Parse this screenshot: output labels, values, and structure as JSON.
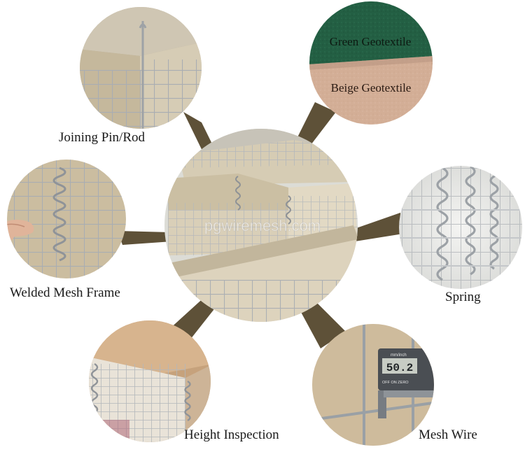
{
  "watermark": "pgwiremesh.com",
  "labels": {
    "joining_pin": "Joining Pin/Rod",
    "welded_mesh_frame": "Welded Mesh Frame",
    "spring": "Spring",
    "height_inspection": "Height Inspection",
    "mesh_wire": "Mesh Wire",
    "green_geotextile": "Green Geotextile",
    "beige_geotextile": "Beige Geotextile",
    "caliper_units": "mm/inch",
    "caliper_reading": "50.2",
    "caliper_buttons": "OFF  ON  ZERO"
  },
  "colors": {
    "connector": "#5e5138",
    "green_felt": "#235f43",
    "beige_felt": "#d3ae96",
    "mesh_wire": "#b8bcc0",
    "geotextile_liner": "#d8cdb4"
  }
}
